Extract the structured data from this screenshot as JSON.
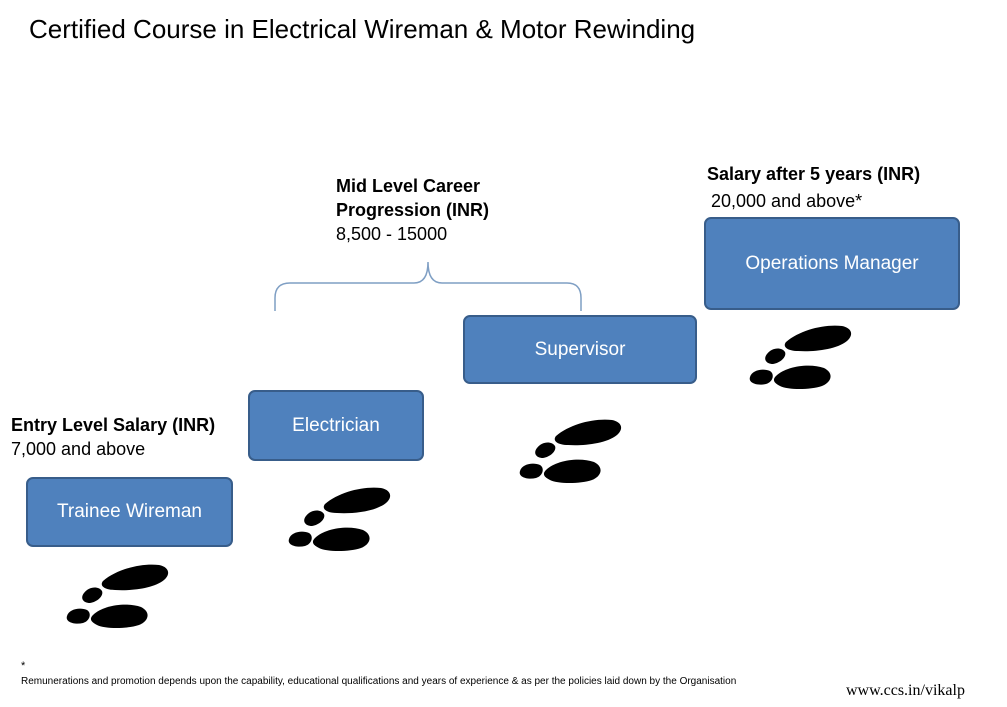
{
  "title": "Certified Course in Electrical Wireman & Motor Rewinding",
  "boxes": {
    "trainee": "Trainee Wireman",
    "electrician": "Electrician",
    "supervisor": "Supervisor",
    "manager": "Operations Manager"
  },
  "labels": {
    "entry_heading": "Entry Level Salary (INR)",
    "entry_value": "7,000 and above",
    "mid_heading_line1": "Mid Level Career",
    "mid_heading_line2": "Progression (INR)",
    "mid_value": "8,500 - 15000",
    "senior_heading": "Salary after 5 years (INR)",
    "senior_value": "20,000 and above*"
  },
  "footnote": {
    "marker": "*",
    "text": "Remunerations and promotion depends upon the capability, educational qualifications and years of experience & as per the policies laid down by the Organisation"
  },
  "website": "www.ccs.in/vikalp",
  "colors": {
    "box_fill": "#4f81bd",
    "box_border": "#385d8a",
    "bracket": "#7f9fc4",
    "footprint": "#000000"
  },
  "icons": [
    "footprints-icon",
    "bracket-icon"
  ]
}
